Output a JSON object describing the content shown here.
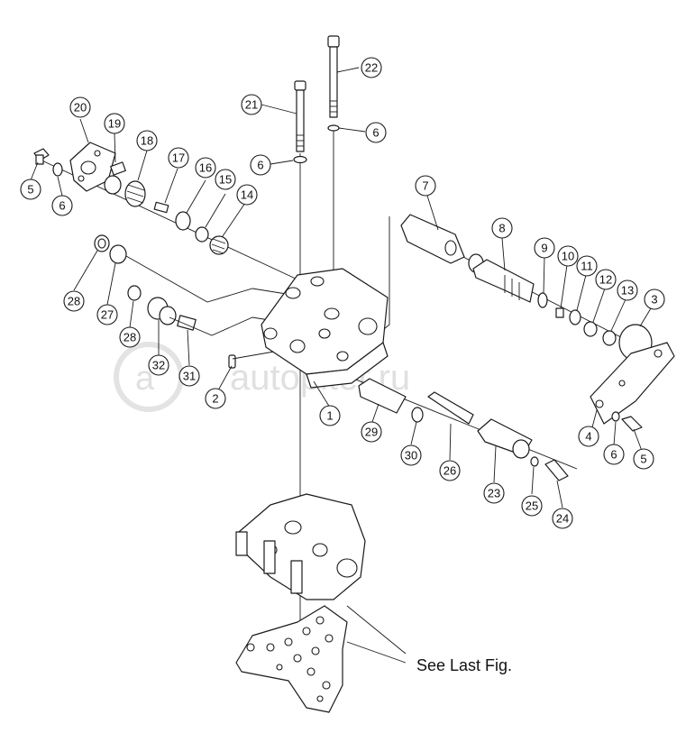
{
  "callouts": [
    {
      "id": "c1",
      "label": "1"
    },
    {
      "id": "c2",
      "label": "2"
    },
    {
      "id": "c3",
      "label": "3"
    },
    {
      "id": "c4",
      "label": "4"
    },
    {
      "id": "c5a",
      "label": "5"
    },
    {
      "id": "c5b",
      "label": "5"
    },
    {
      "id": "c6a",
      "label": "6"
    },
    {
      "id": "c6b",
      "label": "6"
    },
    {
      "id": "c6c",
      "label": "6"
    },
    {
      "id": "c6d",
      "label": "6"
    },
    {
      "id": "c7",
      "label": "7"
    },
    {
      "id": "c8",
      "label": "8"
    },
    {
      "id": "c9",
      "label": "9"
    },
    {
      "id": "c10",
      "label": "10"
    },
    {
      "id": "c11",
      "label": "11"
    },
    {
      "id": "c12",
      "label": "12"
    },
    {
      "id": "c13",
      "label": "13"
    },
    {
      "id": "c14",
      "label": "14"
    },
    {
      "id": "c15",
      "label": "15"
    },
    {
      "id": "c16",
      "label": "16"
    },
    {
      "id": "c17",
      "label": "17"
    },
    {
      "id": "c18",
      "label": "18"
    },
    {
      "id": "c19",
      "label": "19"
    },
    {
      "id": "c20",
      "label": "20"
    },
    {
      "id": "c21",
      "label": "21"
    },
    {
      "id": "c22",
      "label": "22"
    },
    {
      "id": "c23",
      "label": "23"
    },
    {
      "id": "c24",
      "label": "24"
    },
    {
      "id": "c25",
      "label": "25"
    },
    {
      "id": "c26",
      "label": "26"
    },
    {
      "id": "c27",
      "label": "27"
    },
    {
      "id": "c28a",
      "label": "28"
    },
    {
      "id": "c28b",
      "label": "28"
    },
    {
      "id": "c29",
      "label": "29"
    },
    {
      "id": "c30",
      "label": "30"
    },
    {
      "id": "c31",
      "label": "31"
    },
    {
      "id": "c32",
      "label": "32"
    }
  ],
  "note": "See Last Fig.",
  "watermark": "autopiter.ru"
}
